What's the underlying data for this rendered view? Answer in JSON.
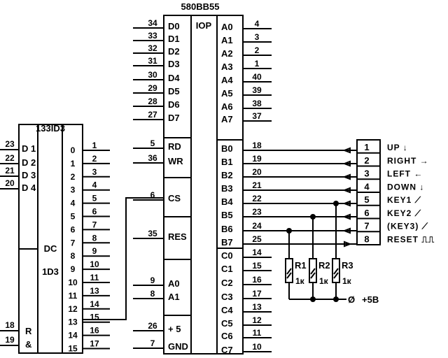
{
  "colors": {
    "ink": "#000000",
    "paper": "#ffffff"
  },
  "ppi": {
    "title": "580BB55",
    "center_label": "IOP",
    "left_groups": [
      {
        "pins": [
          {
            "name": "D0",
            "num": "34"
          },
          {
            "name": "D1",
            "num": "33"
          },
          {
            "name": "D2",
            "num": "32"
          },
          {
            "name": "D3",
            "num": "31"
          },
          {
            "name": "D4",
            "num": "30"
          },
          {
            "name": "D5",
            "num": "29"
          },
          {
            "name": "D6",
            "num": "28"
          },
          {
            "name": "D7",
            "num": "27"
          }
        ]
      },
      {
        "pins": [
          {
            "name": "RD",
            "num": "5"
          },
          {
            "name": "WR",
            "num": "36"
          }
        ]
      },
      {
        "pins": [
          {
            "name": "CS",
            "num": "6"
          }
        ]
      },
      {
        "pins": [
          {
            "name": "RES",
            "num": "35"
          }
        ]
      },
      {
        "pins": [
          {
            "name": "A0",
            "num": "9"
          },
          {
            "name": "A1",
            "num": "8"
          }
        ]
      },
      {
        "pins": [
          {
            "name": "+ 5",
            "num": "26"
          },
          {
            "name": "GND",
            "num": "7"
          }
        ]
      }
    ],
    "port_a": [
      {
        "name": "A0",
        "num": "4"
      },
      {
        "name": "A1",
        "num": "3"
      },
      {
        "name": "A2",
        "num": "2"
      },
      {
        "name": "A3",
        "num": "1"
      },
      {
        "name": "A4",
        "num": "40"
      },
      {
        "name": "A5",
        "num": "39"
      },
      {
        "name": "A6",
        "num": "38"
      },
      {
        "name": "A7",
        "num": "37"
      }
    ],
    "port_b": [
      {
        "name": "B0",
        "num": "18"
      },
      {
        "name": "B1",
        "num": "19"
      },
      {
        "name": "B2",
        "num": "20"
      },
      {
        "name": "B3",
        "num": "21"
      },
      {
        "name": "B4",
        "num": "22"
      },
      {
        "name": "B5",
        "num": "23"
      },
      {
        "name": "B6",
        "num": "24"
      },
      {
        "name": "B7",
        "num": "25"
      }
    ],
    "port_c": [
      {
        "name": "C0",
        "num": "14"
      },
      {
        "name": "C1",
        "num": "15"
      },
      {
        "name": "C2",
        "num": "16"
      },
      {
        "name": "C3",
        "num": "17"
      },
      {
        "name": "C4",
        "num": "13"
      },
      {
        "name": "C5",
        "num": "12"
      },
      {
        "name": "C6",
        "num": "11"
      },
      {
        "name": "C7",
        "num": "10"
      }
    ]
  },
  "decoder": {
    "title": "133ID3",
    "center_label_1": "DC",
    "center_label_2": "1D3",
    "inputs": [
      {
        "name": "D 1",
        "num": "23"
      },
      {
        "name": "D 2",
        "num": "22"
      },
      {
        "name": "D 3",
        "num": "21"
      },
      {
        "name": "D 4",
        "num": "20"
      }
    ],
    "enable_label_1": "R",
    "enable_label_2": "&",
    "enable_pins": [
      "18",
      "19"
    ],
    "outputs": [
      {
        "name": "0",
        "num": "1"
      },
      {
        "name": "1",
        "num": "2"
      },
      {
        "name": "2",
        "num": "3"
      },
      {
        "name": "3",
        "num": "4"
      },
      {
        "name": "4",
        "num": "5"
      },
      {
        "name": "5",
        "num": "6"
      },
      {
        "name": "6",
        "num": "7"
      },
      {
        "name": "7",
        "num": "8"
      },
      {
        "name": "8",
        "num": "9"
      },
      {
        "name": "9",
        "num": "10"
      },
      {
        "name": "10",
        "num": "11"
      },
      {
        "name": "11",
        "num": "13"
      },
      {
        "name": "12",
        "num": "14"
      },
      {
        "name": "13",
        "num": "15"
      },
      {
        "name": "14",
        "num": "16"
      },
      {
        "name": "15",
        "num": "17"
      }
    ]
  },
  "connector": {
    "rows": [
      {
        "num": "1",
        "signal": "UP ↓"
      },
      {
        "num": "2",
        "signal": "RIGHT →"
      },
      {
        "num": "3",
        "signal": "LEFT ←"
      },
      {
        "num": "4",
        "signal": "DOWN ↓"
      },
      {
        "num": "5",
        "signal": "KEY1 ⟋"
      },
      {
        "num": "6",
        "signal": "KEY2 ⟋"
      },
      {
        "num": "7",
        "signal": "(KEY3) ⟋"
      },
      {
        "num": "8",
        "signal": "RESET ⎍⎍"
      }
    ]
  },
  "resistors": [
    {
      "name": "R1",
      "value": "1к"
    },
    {
      "name": "R2",
      "value": "1к"
    },
    {
      "name": "R3",
      "value": "1к"
    }
  ],
  "supply": {
    "symbol": "Ø",
    "label": "+5B"
  }
}
